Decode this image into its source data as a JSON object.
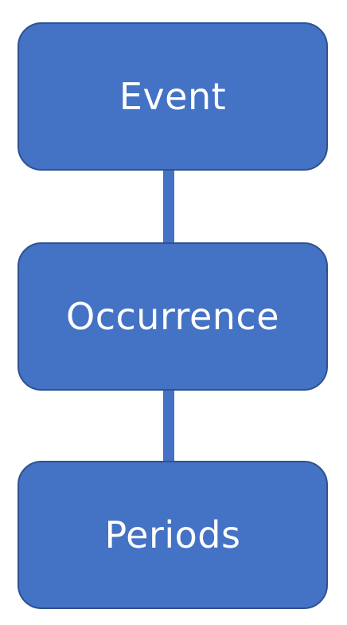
{
  "diagram": {
    "nodes": [
      {
        "label": "Event"
      },
      {
        "label": "Occurrence"
      },
      {
        "label": "Periods"
      }
    ],
    "colors": {
      "node_fill": "#4472c4",
      "node_border": "#2f528f",
      "text": "#ffffff"
    }
  }
}
